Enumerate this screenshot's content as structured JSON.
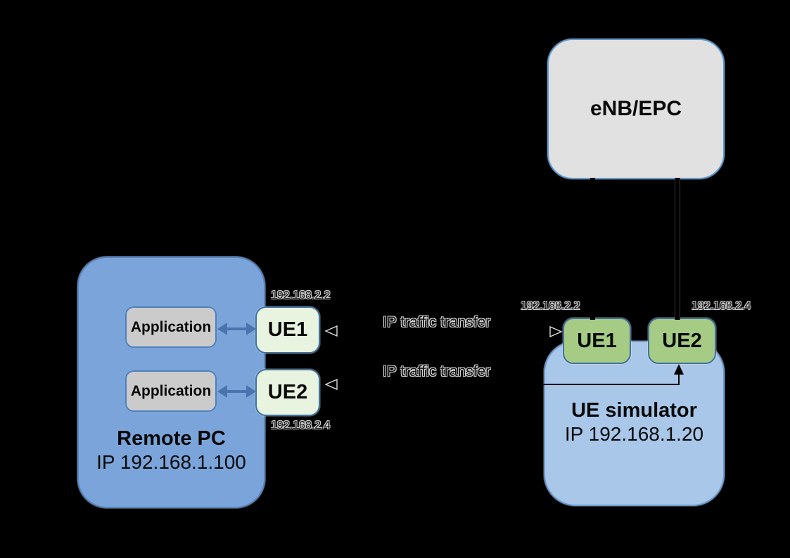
{
  "remote_pc": {
    "title": "Remote PC",
    "ip": "IP 192.168.1.100",
    "applications": [
      "Application",
      "Application"
    ],
    "ue1": {
      "label": "UE1",
      "ip": "192.168.2.2"
    },
    "ue2": {
      "label": "UE2",
      "ip": "192.168.2.4"
    }
  },
  "enb": {
    "title": "eNB/EPC"
  },
  "ue_simulator": {
    "title": "UE simulator",
    "ip": "IP 192.168.1.20",
    "ue1": {
      "label": "UE1",
      "ip": "192.168.2.2"
    },
    "ue2": {
      "label": "UE2",
      "ip": "192.168.2.4"
    }
  },
  "links": {
    "traffic_label_1": "IP traffic transfer",
    "traffic_label_2": "IP traffic transfer"
  },
  "colors": {
    "background": "#000000",
    "remote_pc_fill": "#7ba5da",
    "remote_pc_border": "#5585c4",
    "sim_fill": "#a9c7e9",
    "sim_border": "#6c9bd2",
    "enb_fill": "#e1e1e1",
    "enb_border": "#5b9bd5",
    "app_fill": "#cbcbcb",
    "app_border": "#4f81bd",
    "ue_light_fill": "#e9f4e0",
    "ue_green_fill": "#a5cb85",
    "ue_border": "#41719c",
    "arrow_blue": "#4a74ad",
    "line_black": "#000000"
  }
}
